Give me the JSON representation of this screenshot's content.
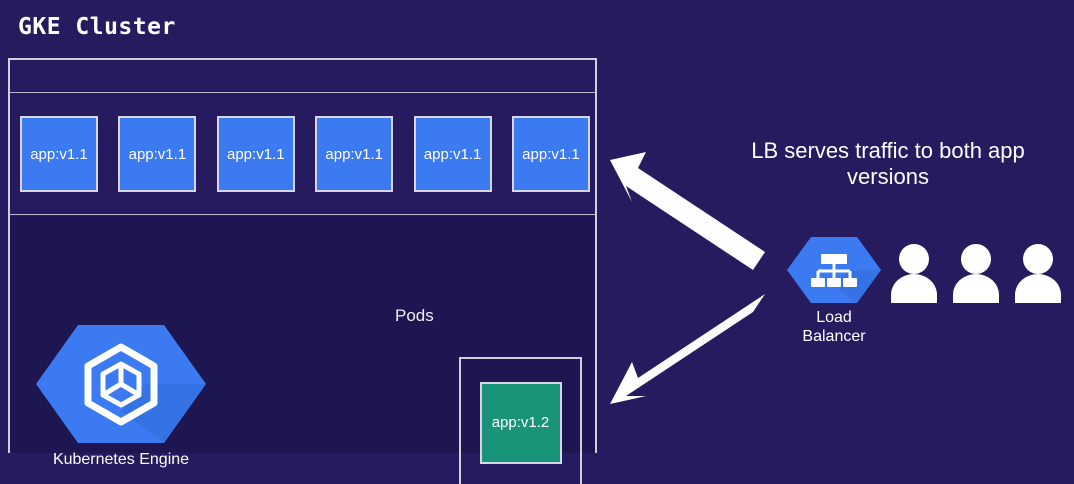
{
  "colors": {
    "background": "#251b5e",
    "cluster_inner": "#1d1650",
    "border": "#cfcfe0",
    "pod_blue": "#3b7af0",
    "pod_green": "#1a9478",
    "hex_blue": "#3b7af0",
    "hex_blue_shadow": "#2f5fcc",
    "text_white": "#ffffff"
  },
  "cluster": {
    "title": "GKE Cluster",
    "pods_label": "Pods",
    "pods_v1_1": [
      {
        "label": "app:v1.1"
      },
      {
        "label": "app:v1.1"
      },
      {
        "label": "app:v1.1"
      },
      {
        "label": "app:v1.1"
      },
      {
        "label": "app:v1.1"
      },
      {
        "label": "app:v1.1"
      }
    ],
    "pod_v1_2": {
      "label": "app:v1.2"
    },
    "gke": {
      "icon": "kubernetes-engine-hexagon-icon",
      "label": "Kubernetes Engine"
    }
  },
  "arrows": [
    {
      "name": "arrow-lb-to-v1-1",
      "direction": "up-left"
    },
    {
      "name": "arrow-lb-to-v1-2",
      "direction": "down-left"
    }
  ],
  "caption": {
    "line1": "LB serves traffic to both app",
    "line2": "versions"
  },
  "load_balancer": {
    "icon": "load-balancer-hexagon-icon",
    "label_line1": "Load",
    "label_line2": "Balancer"
  },
  "users": [
    {
      "name": "user-icon-1"
    },
    {
      "name": "user-icon-2"
    },
    {
      "name": "user-icon-3"
    }
  ]
}
